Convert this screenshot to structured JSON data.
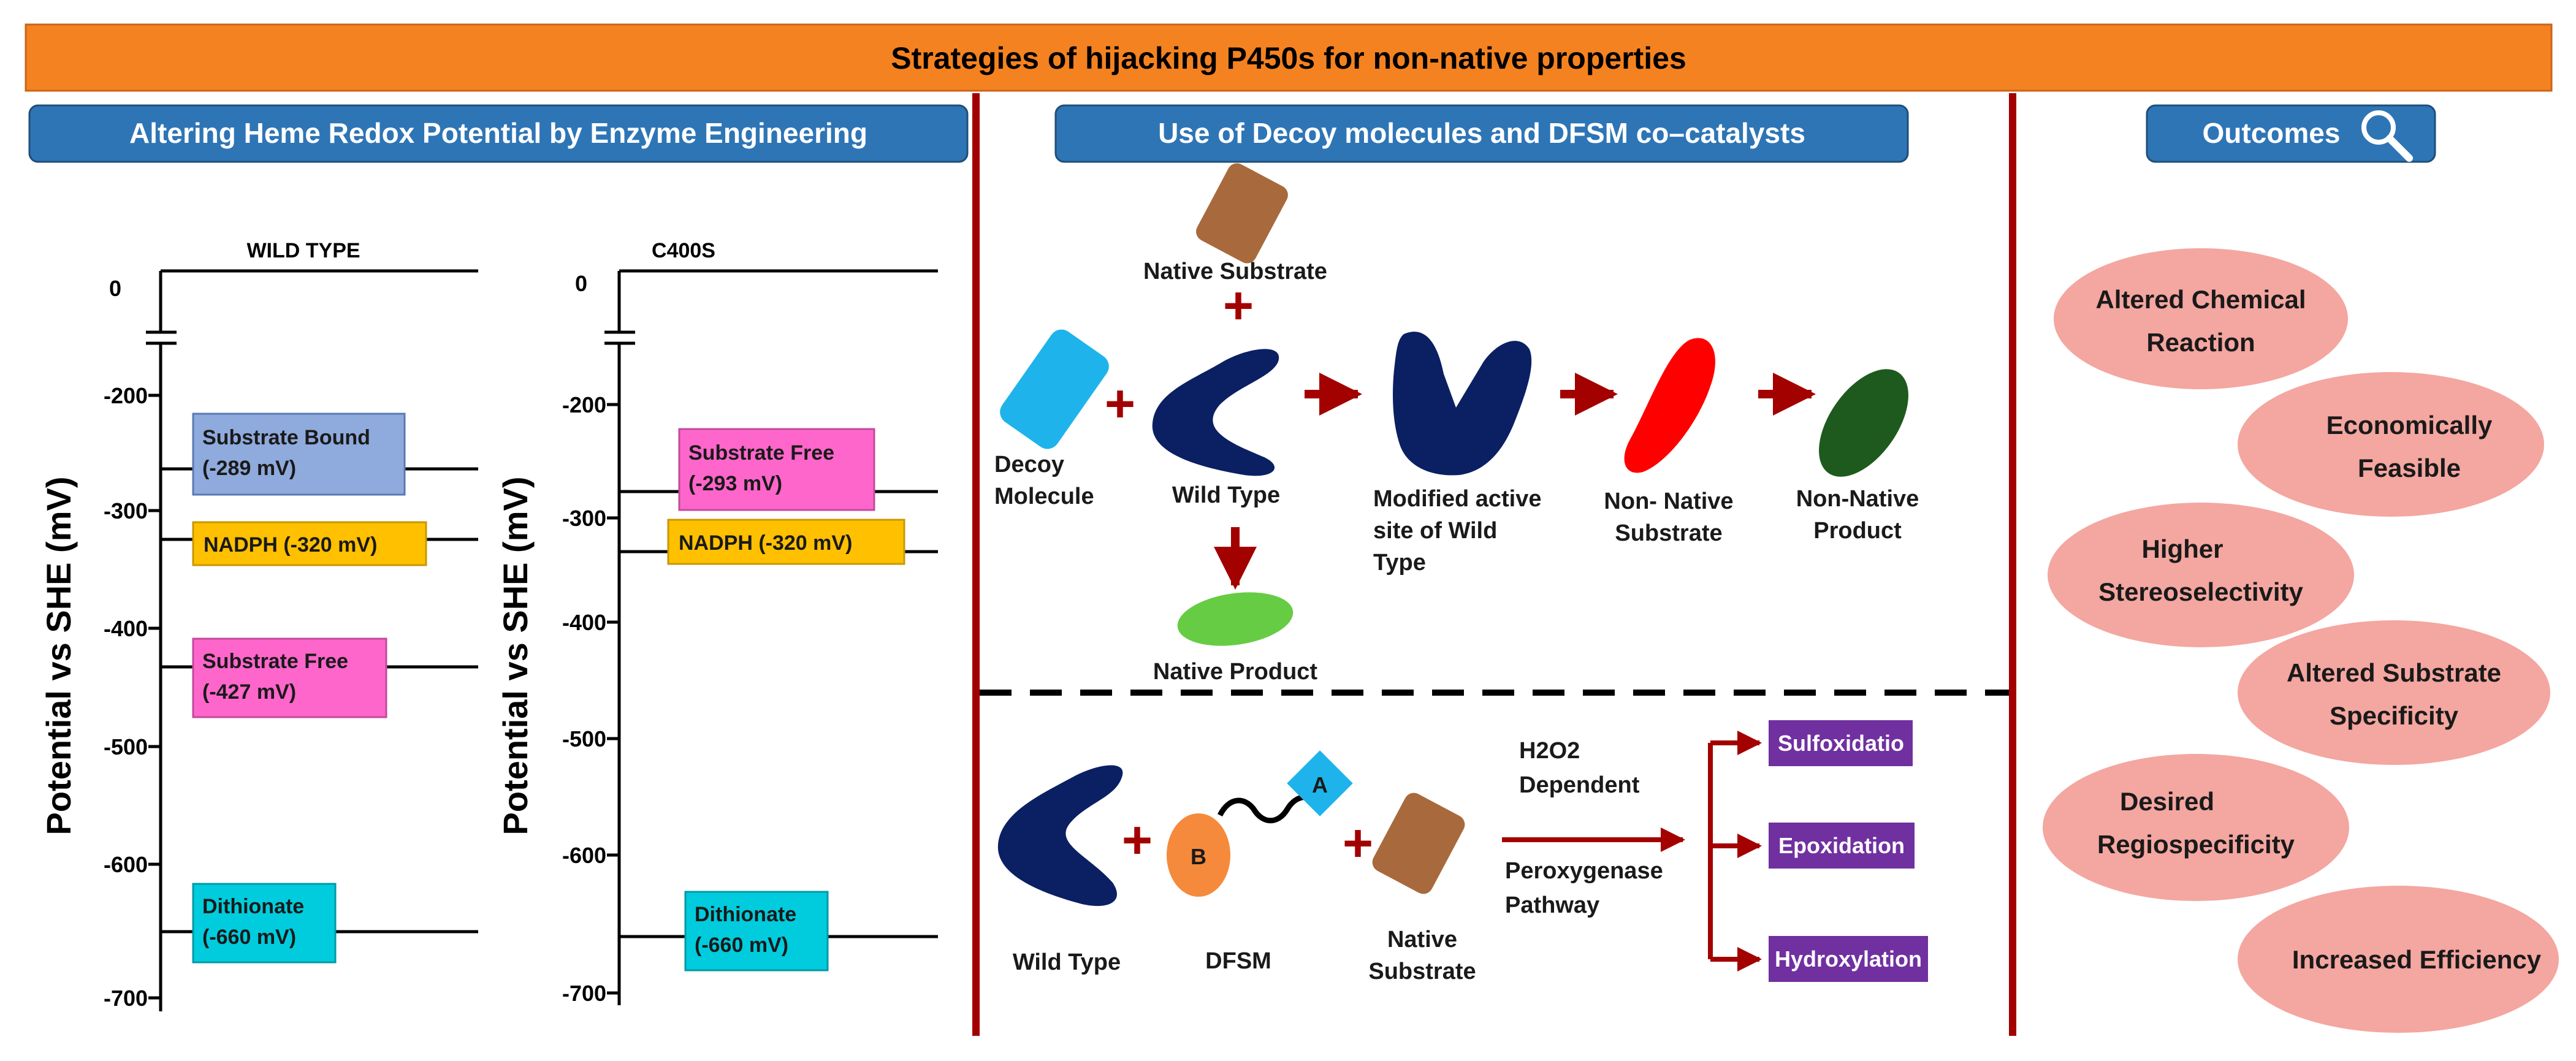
{
  "banner": {
    "title": "Strategies of hijacking P450s for non-native properties",
    "fill": "#F58220"
  },
  "sections": {
    "redox": "Altering Heme Redox Potential by Enzyme Engineering",
    "decoy": "Use of Decoy molecules and DFSM co–catalysts",
    "outcomes": "Outcomes"
  },
  "accent": {
    "header_blue": "#2E75B6",
    "divider_red": "#A30000",
    "arrow_red": "#A30000",
    "pink_oval": "#F4A6A0"
  },
  "wild_type_axis": {
    "title": "WILD  TYPE",
    "ylabel": "Potential vs SHE (mV)",
    "ticks": [
      "0",
      "-200",
      "-300",
      "-400",
      "-500",
      "-600",
      "-700"
    ],
    "levels": [
      {
        "line1": "Substrate Bound",
        "line2": "(-289 mV)",
        "color": "#8FAADC"
      },
      {
        "line1": "NADPH (-320 mV)",
        "line2": "",
        "color": "#FFC000"
      },
      {
        "line1": "Substrate Free",
        "line2": "(-427 mV)",
        "color": "#FF66CC"
      },
      {
        "line1": "Dithionate",
        "line2": "(-660 mV)",
        "color": "#00CCDD"
      }
    ]
  },
  "mutant_axis": {
    "title": "C400S",
    "ylabel": "Potential vs SHE (mV)",
    "ticks": [
      "0",
      "-200",
      "-300",
      "-400",
      "-500",
      "-600",
      "-700"
    ],
    "levels": [
      {
        "line1": "Substrate Free",
        "line2": "(-293 mV)",
        "color": "#FF66CC"
      },
      {
        "line1": "NADPH (-320 mV)",
        "line2": "",
        "color": "#FFC000"
      },
      {
        "line1": "Dithionate",
        "line2": "(-660 mV)",
        "color": "#00CCDD"
      }
    ]
  },
  "decoy_pathway": {
    "native_substrate": "Native Substrate",
    "decoy_line1": "Decoy",
    "decoy_line2": "Molecule",
    "wild_type": "Wild Type",
    "modified_line1": "Modified  active",
    "modified_line2": "site of  Wild",
    "modified_line3": "Type",
    "nonnative_sub_line1": "Non- Native",
    "nonnative_sub_line2": "Substrate",
    "nonnative_prod_line1": "Non-Native",
    "nonnative_prod_line2": "Product",
    "native_product": "Native Product",
    "colors": {
      "decoy": "#1EB4EB",
      "enzyme": "#0B1F63",
      "substrate": "#A86A3C",
      "native_product": "#66CC44",
      "nonnative_substrate": "#FF0000",
      "nonnative_product": "#1E5A1E"
    }
  },
  "dfsm_pathway": {
    "wild_type": "Wild Type",
    "dfsm": "DFSM",
    "badge_b": "B",
    "badge_a": "A",
    "native_sub_line1": "Native",
    "native_sub_line2": "Substrate",
    "h2o2_line1": "H2O2",
    "h2o2_line2": "Dependent",
    "peroxy_line1": "Peroxygenase",
    "peroxy_line2": "Pathway",
    "products": [
      "Sulfoxidatio",
      "Epoxidation",
      "Hydroxylation"
    ],
    "colors": {
      "b_oval": "#F58A3C",
      "a_diamond": "#1EB4EB",
      "product_box": "#7030A0"
    }
  },
  "outcomes": [
    {
      "line1": "Altered Chemical",
      "line2": "Reaction"
    },
    {
      "line1": "Economically",
      "line2": "Feasible"
    },
    {
      "line1": "Higher",
      "line2": "Stereoselectivity"
    },
    {
      "line1": "Altered Substrate",
      "line2": "Specificity"
    },
    {
      "line1": "Desired",
      "line2": "Regiospecificity"
    },
    {
      "line1": "Increased  Efficiency",
      "line2": ""
    }
  ]
}
